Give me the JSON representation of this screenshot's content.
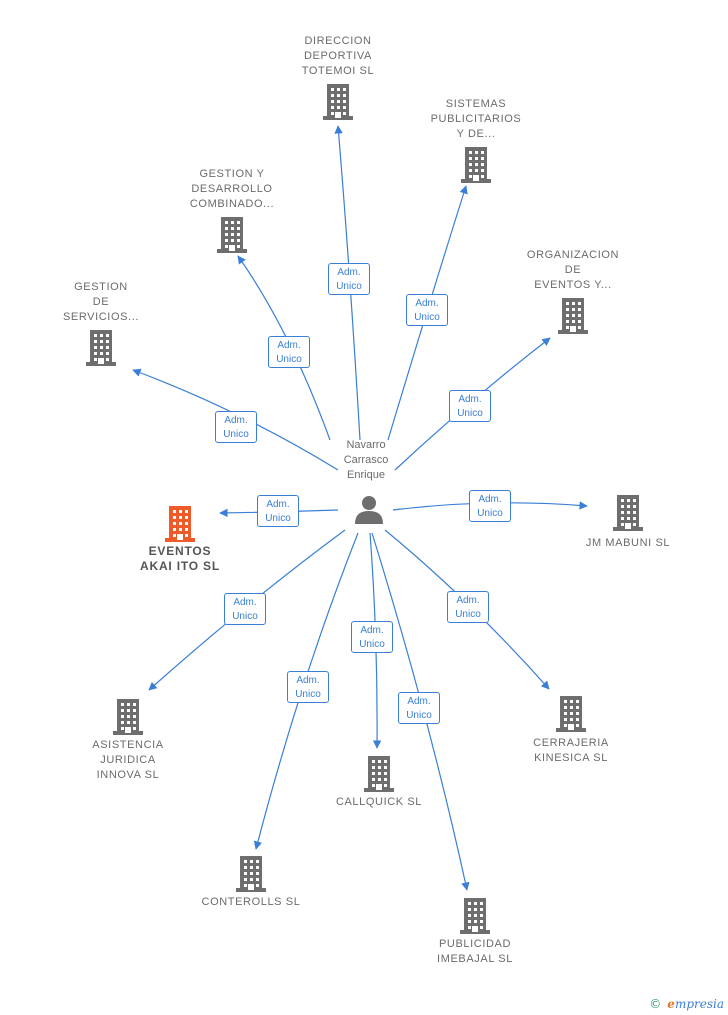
{
  "colors": {
    "edge": "#3a7fd6",
    "building": "#6e6e6e",
    "highlight": "#f05a28",
    "person": "#6e6e6e"
  },
  "center": {
    "label": "Navarro\nCarrasco\nEnrique",
    "icon": "person-icon"
  },
  "edge_label": "Adm.\nUnico",
  "companies": [
    {
      "label": "DIRECCION\nDEPORTIVA\nTOTEMOI SL",
      "icon": "building-icon",
      "highlight": false
    },
    {
      "label": "SISTEMAS\nPUBLICITARIOS\nY DE...",
      "icon": "building-icon",
      "highlight": false
    },
    {
      "label": "GESTION Y\nDESARROLLO\nCOMBINADO...",
      "icon": "building-icon",
      "highlight": false
    },
    {
      "label": "ORGANIZACION\nDE\nEVENTOS Y...",
      "icon": "building-icon",
      "highlight": false
    },
    {
      "label": "GESTION\nDE\nSERVICIOS...",
      "icon": "building-icon",
      "highlight": false
    },
    {
      "label": "EVENTOS\nAKAI ITO SL",
      "icon": "building-icon",
      "highlight": true
    },
    {
      "label": "JM MABUNI SL",
      "icon": "building-icon",
      "highlight": false
    },
    {
      "label": "ASISTENCIA\nJURIDICA\nINNOVA SL",
      "icon": "building-icon",
      "highlight": false
    },
    {
      "label": "CERRAJERIA\nKINESICA SL",
      "icon": "building-icon",
      "highlight": false
    },
    {
      "label": "CALLQUICK SL",
      "icon": "building-icon",
      "highlight": false
    },
    {
      "label": "CONTEROLLS SL",
      "icon": "building-icon",
      "highlight": false
    },
    {
      "label": "PUBLICIDAD\nIMEBAJAL SL",
      "icon": "building-icon",
      "highlight": false
    }
  ],
  "footer": {
    "copyright": "©",
    "brand_first": "e",
    "brand_rest": "mpresia"
  }
}
